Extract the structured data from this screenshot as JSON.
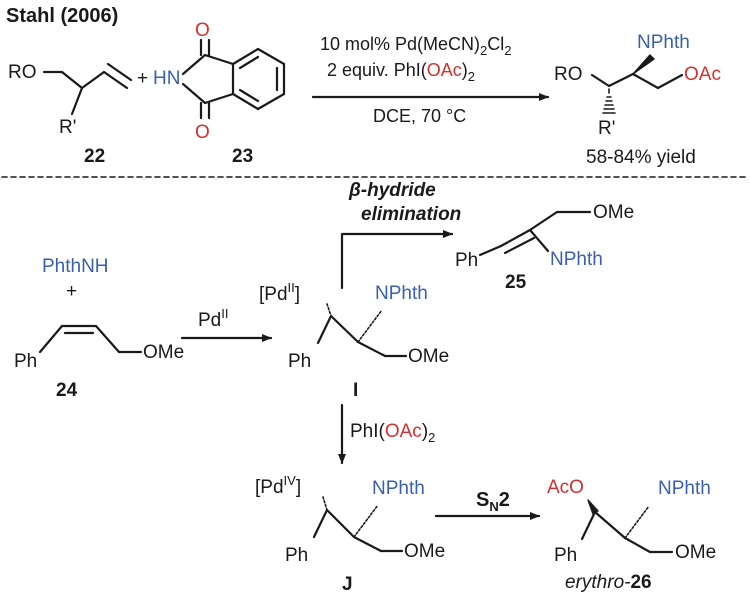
{
  "colors": {
    "nitrogen": "#3a5fb0",
    "oxygen": "#d62f2f",
    "bond": "#1a1a1a"
  },
  "header": {
    "title": "Stahl (2006)"
  },
  "top_reaction": {
    "reactant_22": {
      "ro": "RO",
      "r_prime": "R'",
      "label": "22"
    },
    "plus": "+",
    "reactant_23": {
      "hn": "HN",
      "o_top": "O",
      "o_bottom": "O",
      "label": "23"
    },
    "conditions": {
      "line1": "10 mol% Pd(MeCN)2Cl2",
      "line2_prefix": "2 equiv. PhI(",
      "line2_oac": "OAc",
      "line2_suffix": ")2",
      "line3": "DCE, 70 °C"
    },
    "product": {
      "nphth": "NPhth",
      "ro": "RO",
      "oac": "OAc",
      "r_prime": "R'",
      "yield": "58-84% yield"
    }
  },
  "mechanism": {
    "compound_24": {
      "phthnh": "PhthNH",
      "plus": "+",
      "ph": "Ph",
      "ome": "OMe",
      "label": "24"
    },
    "arrow_pd_reagent": "PdII",
    "intermediate_I": {
      "pd": "[PdII]",
      "nphth": "NPhth",
      "ph": "Ph",
      "ome": "OMe",
      "label": "I"
    },
    "beta_hydride": {
      "line1": "β-hydride",
      "line2": "elimination"
    },
    "product_25": {
      "ome": "OMe",
      "ph": "Ph",
      "nphth": "NPhth",
      "label": "25"
    },
    "oxidant": {
      "prefix": "PhI(",
      "oac": "OAc",
      "suffix": ")2"
    },
    "intermediate_J": {
      "pd": "[PdIV]",
      "nphth": "NPhth",
      "ph": "Ph",
      "ome": "OMe",
      "label": "J"
    },
    "sn2": "SN2",
    "product_26": {
      "aco": "AcO",
      "nphth": "NPhth",
      "ph": "Ph",
      "ome": "OMe",
      "label_prefix": "erythro-",
      "label_num": "26"
    }
  }
}
